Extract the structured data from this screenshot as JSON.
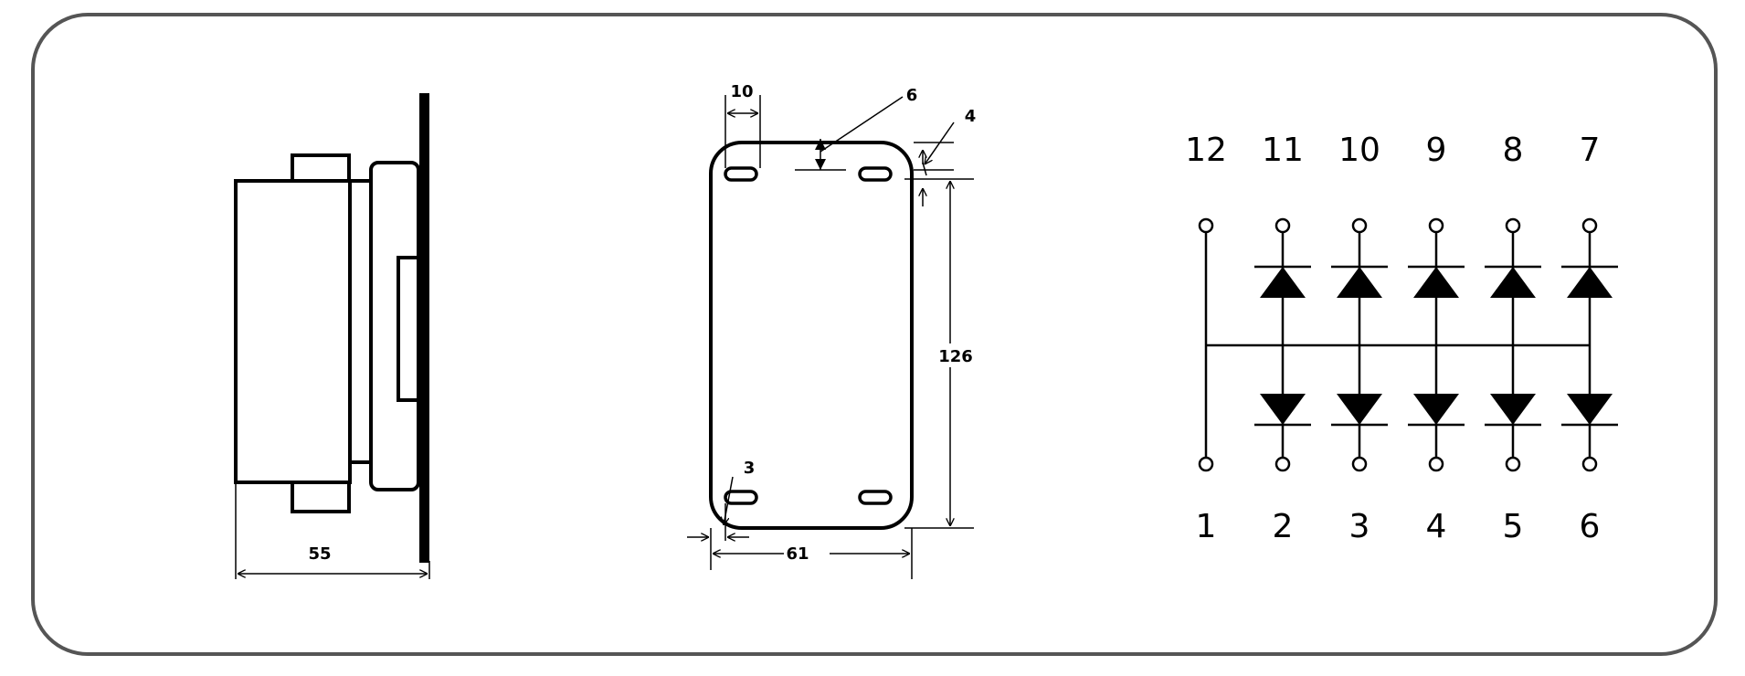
{
  "side_view": {
    "dimensions": {
      "depth": "55"
    }
  },
  "front_view": {
    "dimensions": {
      "slot_width": "10",
      "slot_height": "6",
      "edge_offset_top": "4",
      "height": "126",
      "edge_offset_left": "3",
      "width": "61"
    }
  },
  "schematic": {
    "top_pins": [
      "12",
      "11",
      "10",
      "9",
      "8",
      "7"
    ],
    "bottom_pins": [
      "1",
      "2",
      "3",
      "4",
      "5",
      "6"
    ]
  }
}
